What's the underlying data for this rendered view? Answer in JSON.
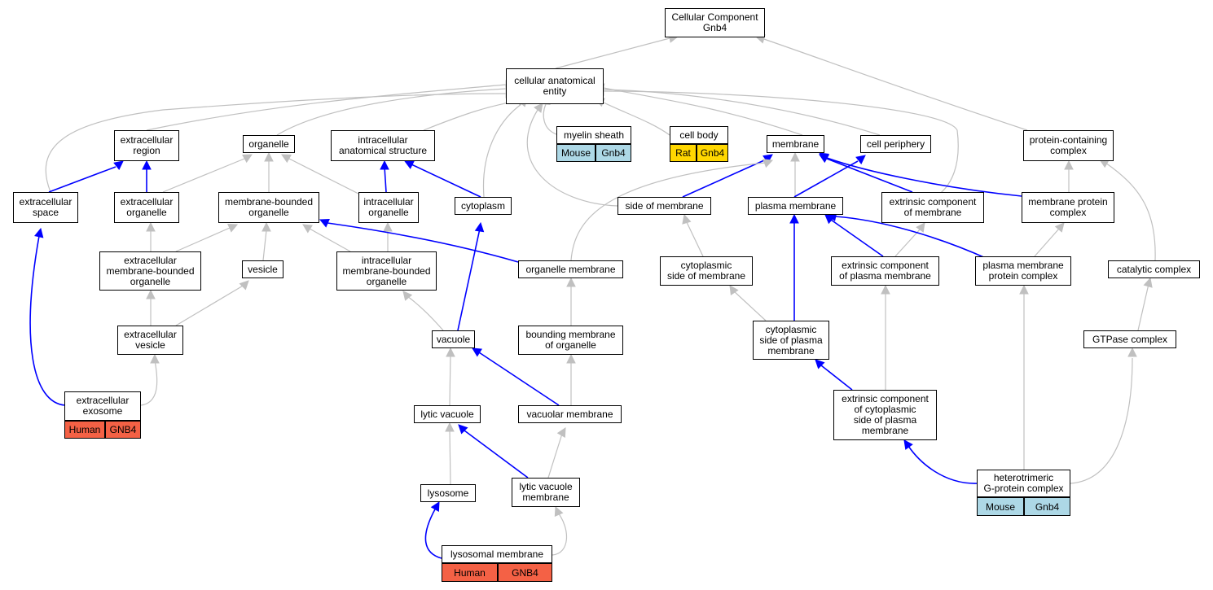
{
  "colors": {
    "is_a_edge": "#c0c0c0",
    "part_of_edge": "#0000ff",
    "human": "#f46145",
    "mouse": "#add8e6",
    "rat": "#ffd700"
  },
  "nodes": {
    "root": "Cellular Component\nGnb4",
    "cae": "cellular anatomical\nentity",
    "myelin": "myelin sheath",
    "cellbody": "cell body",
    "extreg": "extracellular\nregion",
    "organelle": "organelle",
    "ias": "intracellular\nanatomical structure",
    "membrane": "membrane",
    "cellper": "cell periphery",
    "pcc": "protein-containing\ncomplex",
    "extspace": "extracellular\nspace",
    "extorg": "extracellular\norganelle",
    "mbo": "membrane-bounded\norganelle",
    "intorg": "intracellular\norganelle",
    "cytoplasm": "cytoplasm",
    "som": "side of membrane",
    "pm": "plasma membrane",
    "ecm": "extrinsic component\nof membrane",
    "mpc": "membrane protein\ncomplex",
    "embo": "extracellular\nmembrane-bounded\norganelle",
    "vesicle": "vesicle",
    "imbo": "intracellular\nmembrane-bounded\norganelle",
    "orgmem": "organelle membrane",
    "csom": "cytoplasmic\nside of membrane",
    "ecpm": "extrinsic component\nof plasma membrane",
    "pmpc": "plasma membrane\nprotein complex",
    "catcomp": "catalytic complex",
    "extves": "extracellular\nvesicle",
    "vacuole": "vacuole",
    "bmo": "bounding membrane\nof organelle",
    "cspm": "cytoplasmic\nside of plasma\nmembrane",
    "gtpase": "GTPase complex",
    "exosome": "extracellular\nexosome",
    "lytvac": "lytic vacuole",
    "vacmem": "vacuolar membrane",
    "ecc": "extrinsic component\nof cytoplasmic\nside of plasma\nmembrane",
    "lysosome": "lysosome",
    "lvm": "lytic vacuole\nmembrane",
    "hgpc": "heterotrimeric\nG-protein complex",
    "lysmem": "lysosomal membrane"
  },
  "annotations": {
    "myelin": {
      "species": "Mouse",
      "gene": "Gnb4"
    },
    "cellbody": {
      "species": "Rat",
      "gene": "Gnb4"
    },
    "exosome": {
      "species": "Human",
      "gene": "GNB4"
    },
    "hgpc": {
      "species": "Mouse",
      "gene": "Gnb4"
    },
    "lysmem": {
      "species": "Human",
      "gene": "GNB4"
    }
  }
}
